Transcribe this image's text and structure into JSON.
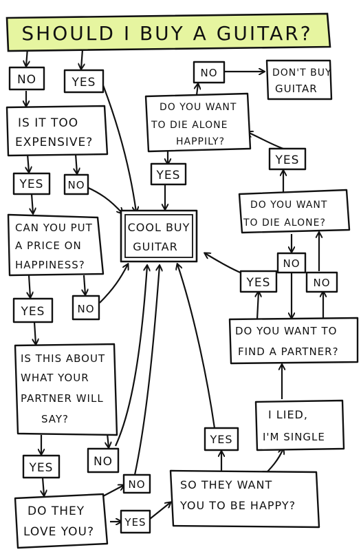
{
  "colors": {
    "title_fill": "#e6f5a0",
    "ink": "#111111"
  },
  "title": "SHOULD I BUY A GUITAR?",
  "nodes": {
    "no_1": "NO",
    "yes_1": "YES",
    "too_expensive": [
      "IS IT TOO",
      "EXPENSIVE?"
    ],
    "yes_2": "YES",
    "no_2": "NO",
    "price_happiness": [
      "CAN YOU PUT",
      "A PRICE ON",
      "HAPPINESS?"
    ],
    "yes_3": "YES",
    "no_3": "NO",
    "partner_say": [
      "IS THIS ABOUT",
      "WHAT YOUR",
      "PARTNER WILL",
      "SAY?"
    ],
    "yes_4": "YES",
    "no_4": "NO",
    "love_you": [
      "DO THEY",
      "LOVE YOU?"
    ],
    "no_5": "NO",
    "yes_5": "YES",
    "cool_buy": [
      "COOL BUY",
      "GUITAR"
    ],
    "die_alone_happily": [
      "DO YOU WANT",
      "TO DIE ALONE",
      "HAPPILY?"
    ],
    "no_6": "NO",
    "dont_buy": [
      "DON'T BUY",
      "GUITAR"
    ],
    "yes_6": "YES",
    "yes_7": "YES",
    "die_alone": [
      "DO YOU WANT",
      "TO DIE ALONE?"
    ],
    "no_7": "NO",
    "no_8": "NO",
    "yes_8": "YES",
    "find_partner": [
      "DO YOU WANT TO",
      "FIND A PARTNER?"
    ],
    "lied_single": [
      "I LIED,",
      "I'M SINGLE"
    ],
    "yes_9": "YES",
    "want_happy": [
      "SO THEY WANT",
      "YOU TO BE HAPPY?"
    ]
  }
}
